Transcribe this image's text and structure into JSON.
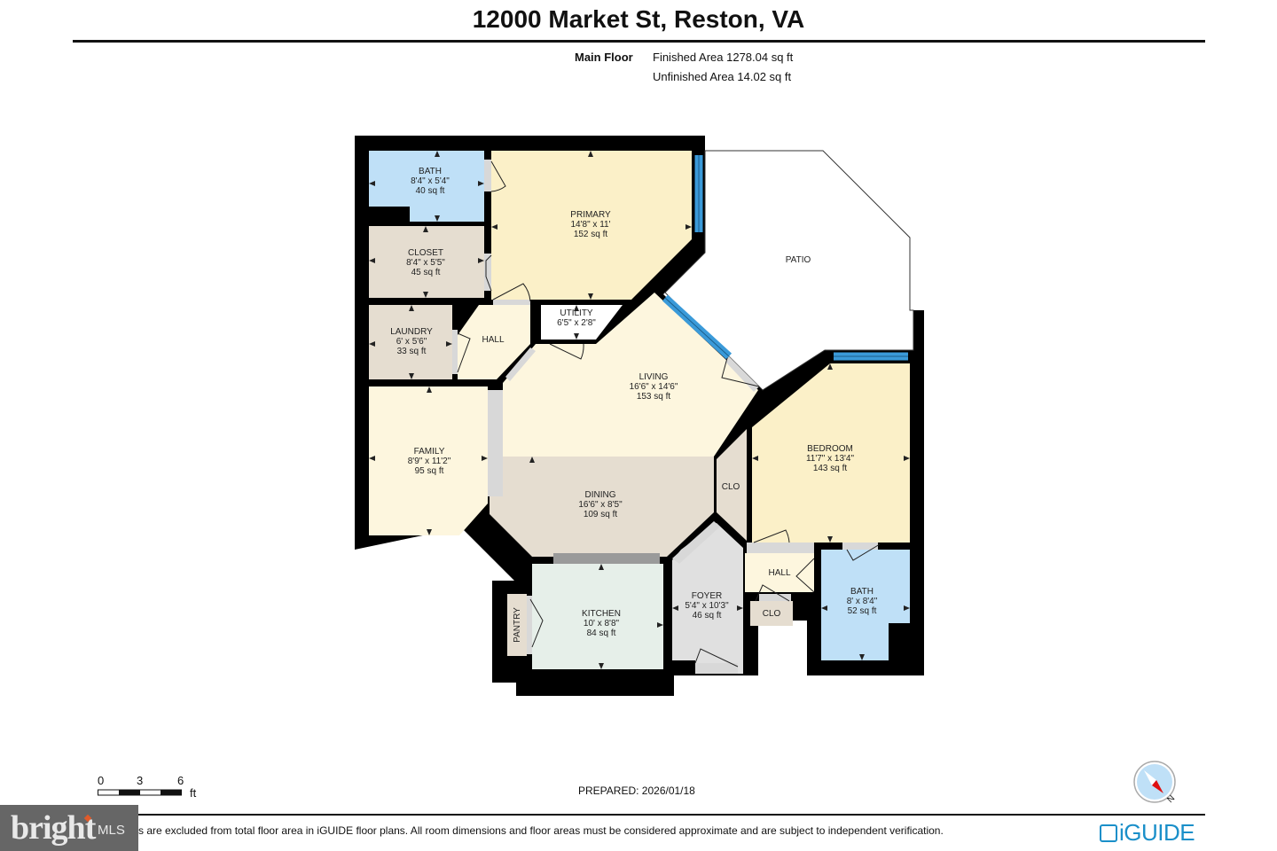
{
  "header": {
    "title": "12000 Market St, Reston, VA",
    "floor_label": "Main Floor",
    "finished_area": "Finished Area 1278.04 sq ft",
    "unfinished_area": "Unfinished Area 14.02 sq ft"
  },
  "rooms": {
    "bath1": {
      "name": "BATH",
      "dims": "8'4\" x 5'4\"",
      "area": "40 sq ft",
      "color": "#bfe0f7"
    },
    "primary": {
      "name": "PRIMARY",
      "dims": "14'8\" x 11'",
      "area": "152 sq ft",
      "color": "#fbf0c8"
    },
    "closet": {
      "name": "CLOSET",
      "dims": "8'4\" x 5'5\"",
      "area": "45 sq ft",
      "color": "#e5ddd0"
    },
    "laundry": {
      "name": "LAUNDRY",
      "dims": "6' x 5'6\"",
      "area": "33 sq ft",
      "color": "#e5ddd0"
    },
    "hall1": {
      "name": "HALL"
    },
    "utility": {
      "name": "UTILITY",
      "dims": "6'5\" x 2'8\""
    },
    "patio": {
      "name": "PATIO"
    },
    "living": {
      "name": "LIVING",
      "dims": "16'6\" x 14'6\"",
      "area": "153 sq ft",
      "color": "#fdf6de"
    },
    "family": {
      "name": "FAMILY",
      "dims": "8'9\" x 11'2\"",
      "area": "95 sq ft",
      "color": "#fdf6de"
    },
    "bedroom": {
      "name": "BEDROOM",
      "dims": "11'7\" x 13'4\"",
      "area": "143 sq ft",
      "color": "#fbf0c8"
    },
    "clo1": {
      "name": "CLO"
    },
    "dining": {
      "name": "DINING",
      "dims": "16'6\" x 8'5\"",
      "area": "109 sq ft",
      "color": "#e5ddd0"
    },
    "kitchen": {
      "name": "KITCHEN",
      "dims": "10' x 8'8\"",
      "area": "84 sq ft",
      "color": "#e6efe9"
    },
    "pantry": {
      "name": "PANTRY"
    },
    "foyer": {
      "name": "FOYER",
      "dims": "5'4\" x 10'3\"",
      "area": "46 sq ft",
      "color": "#e0e0e0"
    },
    "hall2": {
      "name": "HALL"
    },
    "clo2": {
      "name": "CLO"
    },
    "bath2": {
      "name": "BATH",
      "dims": "8' x 8'4\"",
      "area": "52 sq ft",
      "color": "#bfe0f7"
    }
  },
  "scale": {
    "ticks": [
      "0",
      "3",
      "6"
    ],
    "unit": "ft"
  },
  "footer": {
    "prepared": "PREPARED: 2026/01/18",
    "disclaimer": "s are excluded from total floor area in iGUIDE floor plans. All room dimensions and floor areas must be considered approximate and are subject to independent verification.",
    "watermark_main": "bright",
    "watermark_sub": "MLS",
    "brand": "iGUIDE",
    "compass_label": "N"
  },
  "colors": {
    "wall": "#000000",
    "window": "#3a9ad9",
    "door_opening": "#d8d8d8",
    "brand_blue": "#1a8fc9",
    "compass_red": "#e01010"
  }
}
